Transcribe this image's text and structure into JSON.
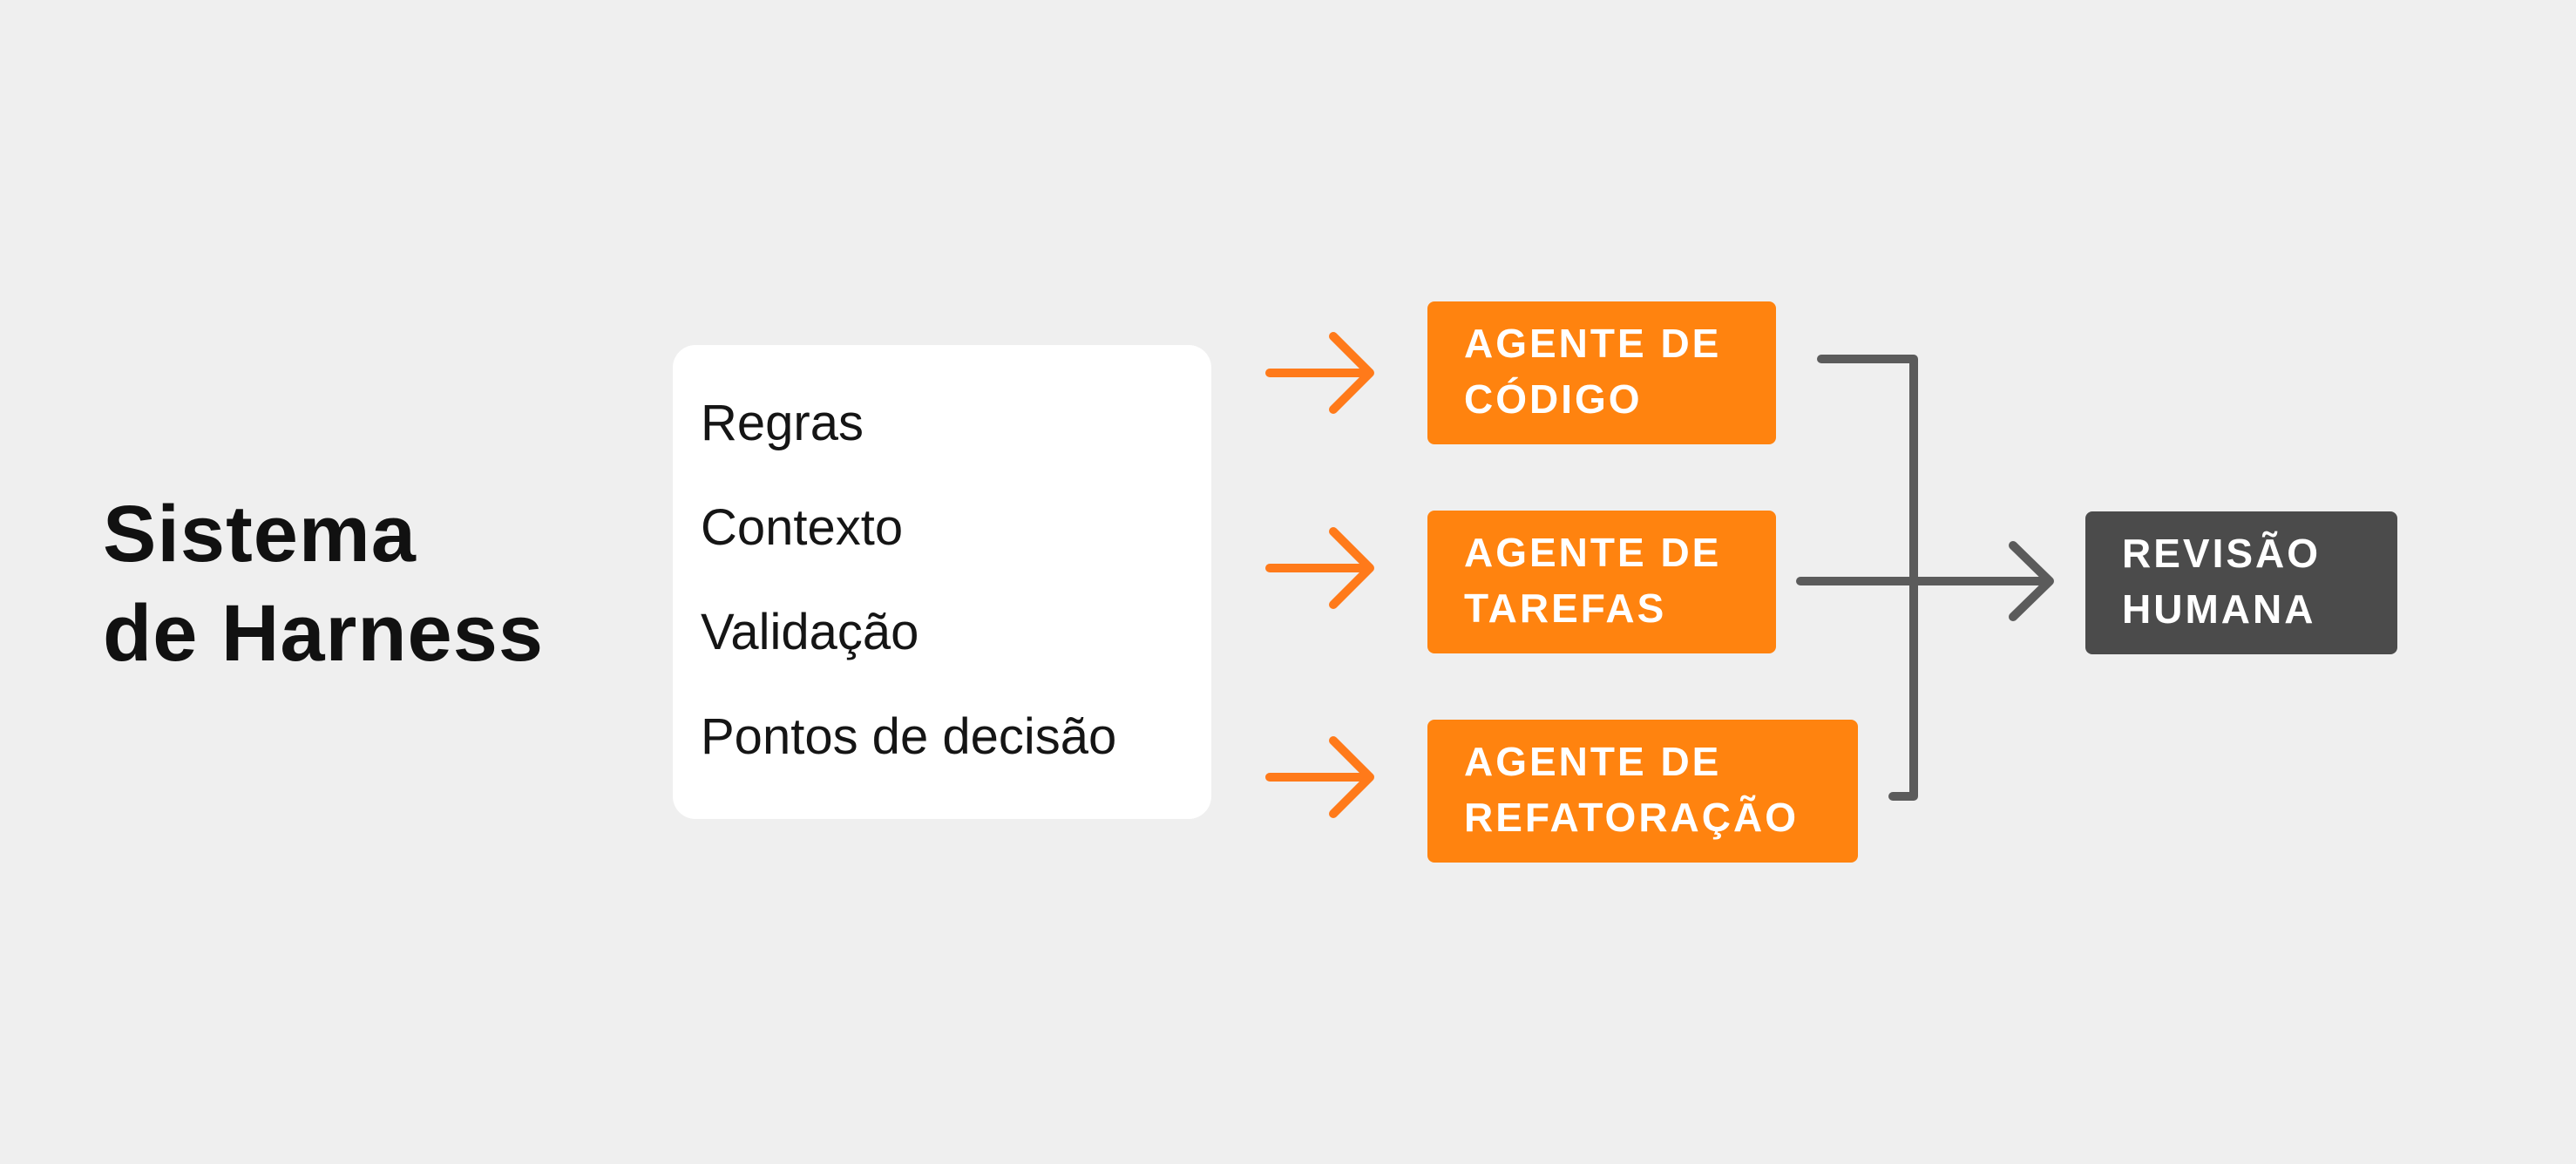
{
  "title": {
    "line1": "Sistema",
    "line2": "de Harness"
  },
  "components": [
    "Regras",
    "Contexto",
    "Validação",
    "Pontos de decisão"
  ],
  "agents": [
    {
      "line1": "AGENTE DE",
      "line2": "CÓDIGO"
    },
    {
      "line1": "AGENTE DE",
      "line2": "TAREFAS"
    },
    {
      "line1": "AGENTE DE",
      "line2": "REFATORAÇÃO"
    }
  ],
  "review": {
    "line1": "REVISÃO",
    "line2": "HUMANA"
  },
  "colors": {
    "background": "#efefef",
    "agent_accent": "#ff830f",
    "arrow_accent": "#ff7a1a",
    "review_box": "#4b4b4b",
    "connector": "#5b5b5b",
    "panel": "#ffffff"
  }
}
